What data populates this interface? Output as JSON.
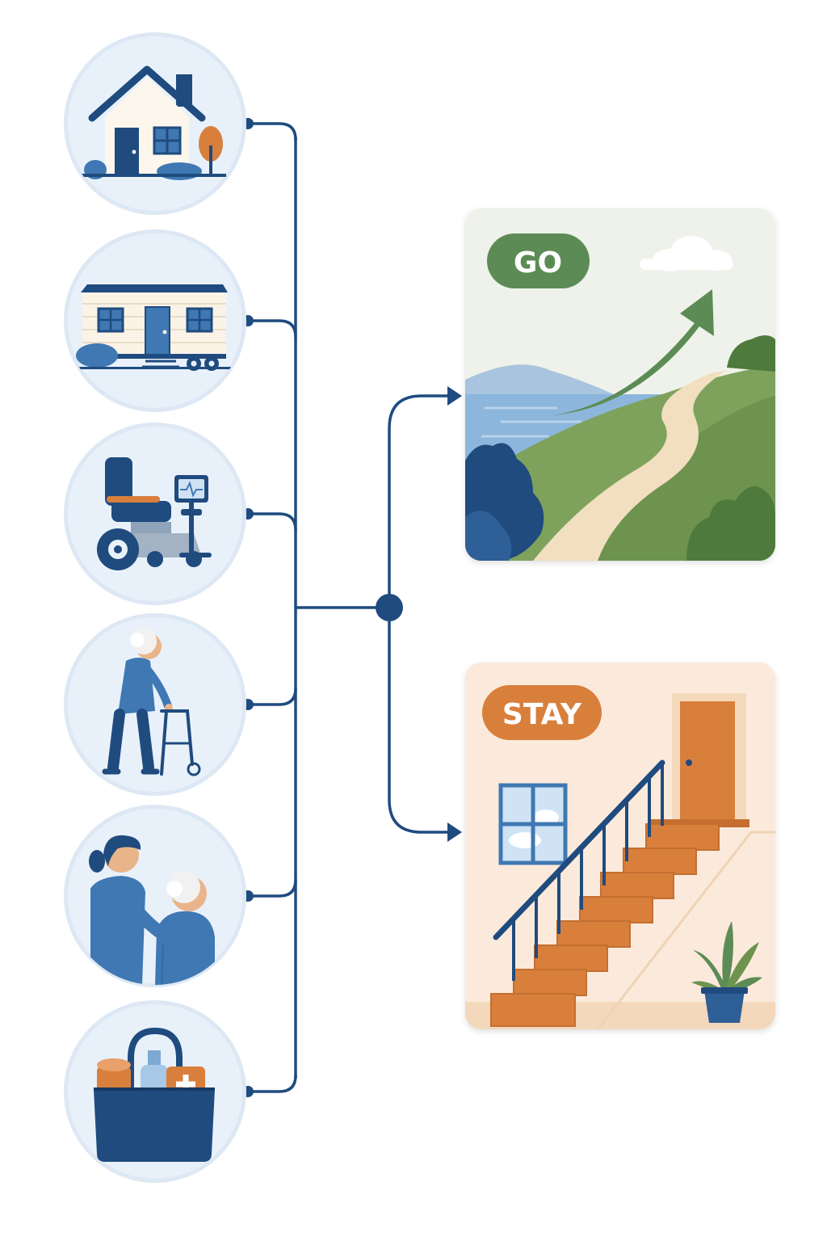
{
  "colors": {
    "navy": "#1f4b7f",
    "mid_blue": "#3f78b3",
    "light_blue": "#e6f0fa",
    "circle_ring": "#d9e6f4",
    "go_green": "#5d8b55",
    "go_card_bg": "#eef2ea",
    "stay_orange": "#d97f3c",
    "stay_card_bg": "#fbeadb"
  },
  "factors": [
    {
      "id": "house",
      "icon": "house-icon"
    },
    {
      "id": "mobile-home",
      "icon": "mobile-home-icon"
    },
    {
      "id": "wheelchair-equipment",
      "icon": "wheelchair-monitor-icon"
    },
    {
      "id": "walker-senior",
      "icon": "senior-walker-icon"
    },
    {
      "id": "caregiver",
      "icon": "caregiver-icon"
    },
    {
      "id": "supplies-bag",
      "icon": "supplies-bag-icon"
    }
  ],
  "outcomes": {
    "go": {
      "label": "GO",
      "scene_icon": "uphill-path-arrow-icon"
    },
    "stay": {
      "label": "STAY",
      "scene_icon": "staircase-door-icon"
    }
  }
}
